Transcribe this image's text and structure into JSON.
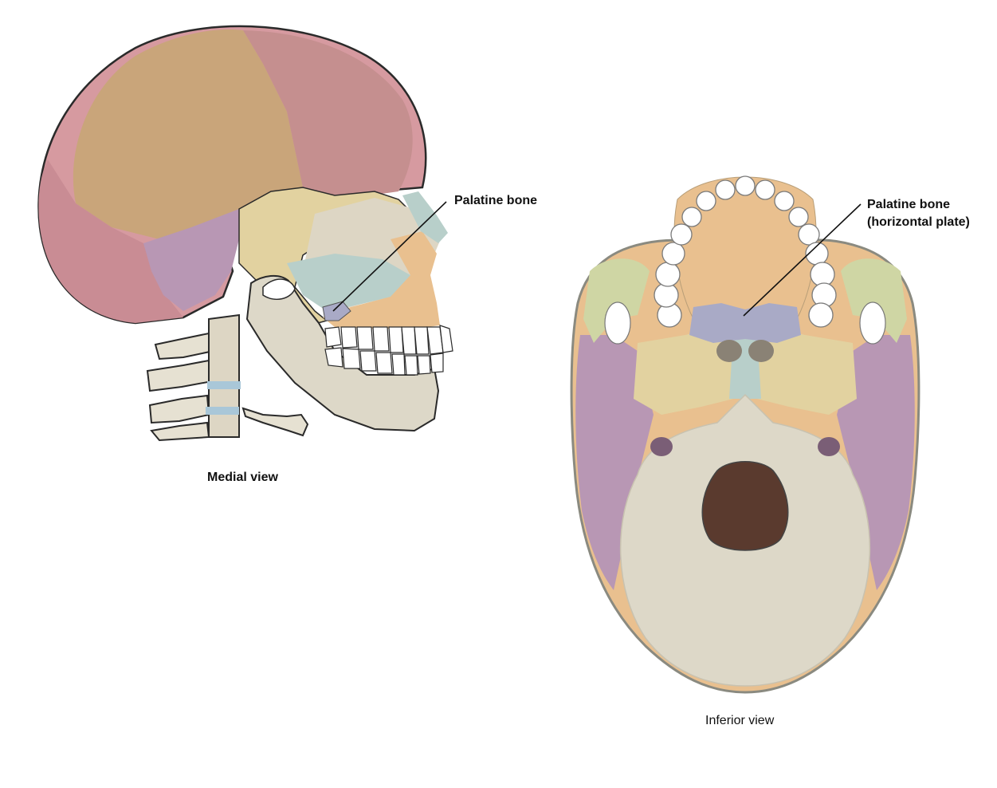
{
  "views": {
    "medial": {
      "caption": "Medial view",
      "callout": "Palatine bone"
    },
    "inferior": {
      "caption": "Inferior view",
      "callout_line1": "Palatine bone",
      "callout_line2": "(horizontal plate)"
    }
  },
  "colors": {
    "frontal": "#c9a57a",
    "parietal": "#c58f8f",
    "occipital": "#d69aa0",
    "temporal": "#b897b4",
    "sphenoid": "#e2d2a0",
    "maxilla": "#e9c08f",
    "palatine": "#a9aac6",
    "vomer": "#b8cfca",
    "zygomatic": "#cfd6a4",
    "mandible": "#ddd8c8",
    "foramen": "#5a3a2e",
    "outline": "#2a2a2a",
    "teeth": "#ffffff"
  }
}
